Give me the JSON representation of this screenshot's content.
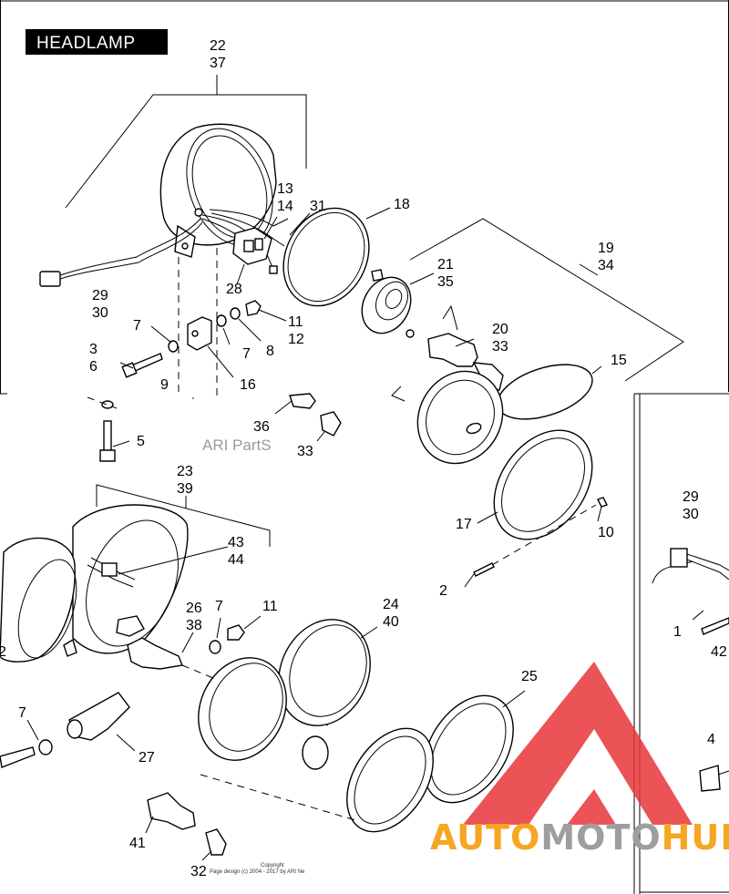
{
  "title": "HEADLAMP",
  "watermark_text": "ARI PartS",
  "copyright_lines": [
    "Copyright",
    "Page design (c) 2004 - 2017 by ARI Ne"
  ],
  "brand": {
    "auto": "AUTO",
    "moto": "MOTO",
    "hub": "HUB"
  },
  "colors": {
    "brand_orange": "#f5a623",
    "brand_gray": "#9e9e9e",
    "brand_red": "#e8363a"
  },
  "callouts": [
    {
      "id": "c-22",
      "text": "22"
    },
    {
      "id": "c-37",
      "text": "37"
    },
    {
      "id": "c-13",
      "text": "13"
    },
    {
      "id": "c-14",
      "text": "14"
    },
    {
      "id": "c-31",
      "text": "31"
    },
    {
      "id": "c-18",
      "text": "18"
    },
    {
      "id": "c-19",
      "text": "19"
    },
    {
      "id": "c-34",
      "text": "34"
    },
    {
      "id": "c-21",
      "text": "21"
    },
    {
      "id": "c-35",
      "text": "35"
    },
    {
      "id": "c-29a",
      "text": "29"
    },
    {
      "id": "c-30a",
      "text": "30"
    },
    {
      "id": "c-28",
      "text": "28"
    },
    {
      "id": "c-7a",
      "text": "7"
    },
    {
      "id": "c-11a",
      "text": "11"
    },
    {
      "id": "c-12",
      "text": "12"
    },
    {
      "id": "c-20",
      "text": "20"
    },
    {
      "id": "c-33a",
      "text": "33"
    },
    {
      "id": "c-3",
      "text": "3"
    },
    {
      "id": "c-6",
      "text": "6"
    },
    {
      "id": "c-7b",
      "text": "7"
    },
    {
      "id": "c-8",
      "text": "8"
    },
    {
      "id": "c-15",
      "text": "15"
    },
    {
      "id": "c-9",
      "text": "9"
    },
    {
      "id": "c-16",
      "text": "16"
    },
    {
      "id": "c-36",
      "text": "36"
    },
    {
      "id": "c-33b",
      "text": "33"
    },
    {
      "id": "c-5",
      "text": "5"
    },
    {
      "id": "c-23",
      "text": "23"
    },
    {
      "id": "c-39",
      "text": "39"
    },
    {
      "id": "c-29b",
      "text": "29"
    },
    {
      "id": "c-30b",
      "text": "30"
    },
    {
      "id": "c-17",
      "text": "17"
    },
    {
      "id": "c-10",
      "text": "10"
    },
    {
      "id": "c-43",
      "text": "43"
    },
    {
      "id": "c-44",
      "text": "44"
    },
    {
      "id": "c-2a",
      "text": "2"
    },
    {
      "id": "c-26",
      "text": "26"
    },
    {
      "id": "c-38",
      "text": "38"
    },
    {
      "id": "c-7c",
      "text": "7"
    },
    {
      "id": "c-11b",
      "text": "11"
    },
    {
      "id": "c-24",
      "text": "24"
    },
    {
      "id": "c-40",
      "text": "40"
    },
    {
      "id": "c-1",
      "text": "1"
    },
    {
      "id": "c-42a",
      "text": "42"
    },
    {
      "id": "c-2b",
      "text": "2"
    },
    {
      "id": "c-25",
      "text": "25"
    },
    {
      "id": "c-7d",
      "text": "7"
    },
    {
      "id": "c-4",
      "text": "4"
    },
    {
      "id": "c-27",
      "text": "27"
    },
    {
      "id": "c-41",
      "text": "41"
    },
    {
      "id": "c-32",
      "text": "32"
    }
  ]
}
